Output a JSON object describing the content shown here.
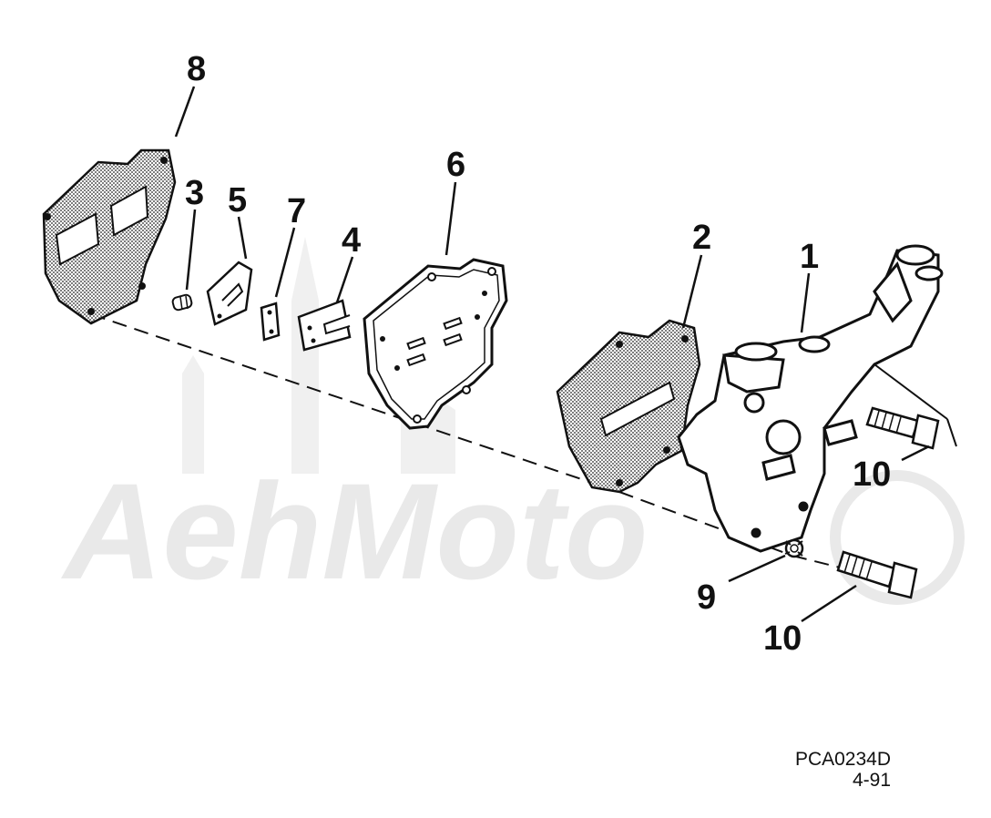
{
  "watermark": {
    "text": "AehMoto"
  },
  "callouts": [
    {
      "id": "c1",
      "label": "1"
    },
    {
      "id": "c2",
      "label": "2"
    },
    {
      "id": "c3",
      "label": "3"
    },
    {
      "id": "c4",
      "label": "4"
    },
    {
      "id": "c5",
      "label": "5"
    },
    {
      "id": "c6",
      "label": "6"
    },
    {
      "id": "c7",
      "label": "7"
    },
    {
      "id": "c8",
      "label": "8"
    },
    {
      "id": "c9",
      "label": "9"
    },
    {
      "id": "c10a",
      "label": "10"
    },
    {
      "id": "c10b",
      "label": "10"
    }
  ],
  "drawing_code": "PCA0234D",
  "drawing_date": "4-91",
  "colors": {
    "ink": "#111111",
    "watermark": "#e9e9e9",
    "paper": "#ffffff"
  }
}
